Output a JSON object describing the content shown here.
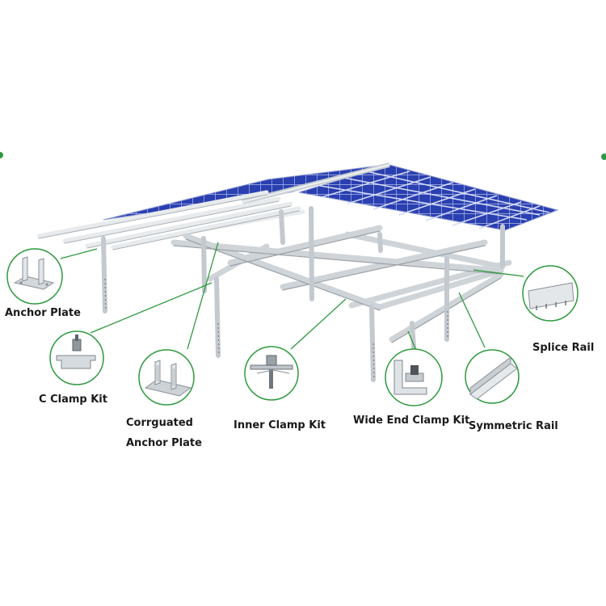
{
  "diagram": {
    "components": [
      {
        "id": "anchor-plate",
        "label": "Anchor Plate"
      },
      {
        "id": "c-clamp-kit",
        "label": "C Clamp Kit"
      },
      {
        "id": "corrugated-anchor-plate",
        "label_line1": "Corrguated",
        "label_line2": "Anchor Plate"
      },
      {
        "id": "inner-clamp-kit",
        "label": "Inner Clamp Kit"
      },
      {
        "id": "wide-end-clamp-kit",
        "label": "Wide End Clamp Kit"
      },
      {
        "id": "symmetric-rail",
        "label": "Symmetric Rail"
      },
      {
        "id": "splice-rail",
        "label": "Splice Rail"
      }
    ],
    "colors": {
      "callout_line": "#2e9a3e",
      "panel_blue": "#2a3fb0",
      "panel_grid": "#c9d3f2",
      "frame_metal": "#d9dde0",
      "frame_edge": "#8f969c",
      "label_text": "#1a1a1a"
    }
  }
}
